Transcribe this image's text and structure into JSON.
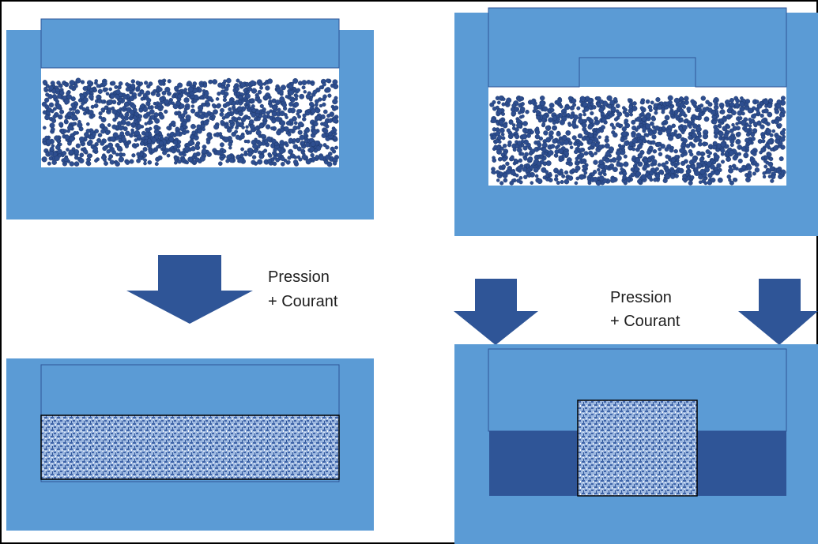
{
  "labels": {
    "left_line1": "Pression",
    "left_line2": "+ Courant",
    "right_line1": "Pression",
    "right_line2": "+ Courant"
  },
  "colors": {
    "light_blue": "#5b9bd5",
    "dark_blue": "#2f5597",
    "powder": "#2e4e8f",
    "outline": "#000000",
    "background": "#ffffff"
  }
}
